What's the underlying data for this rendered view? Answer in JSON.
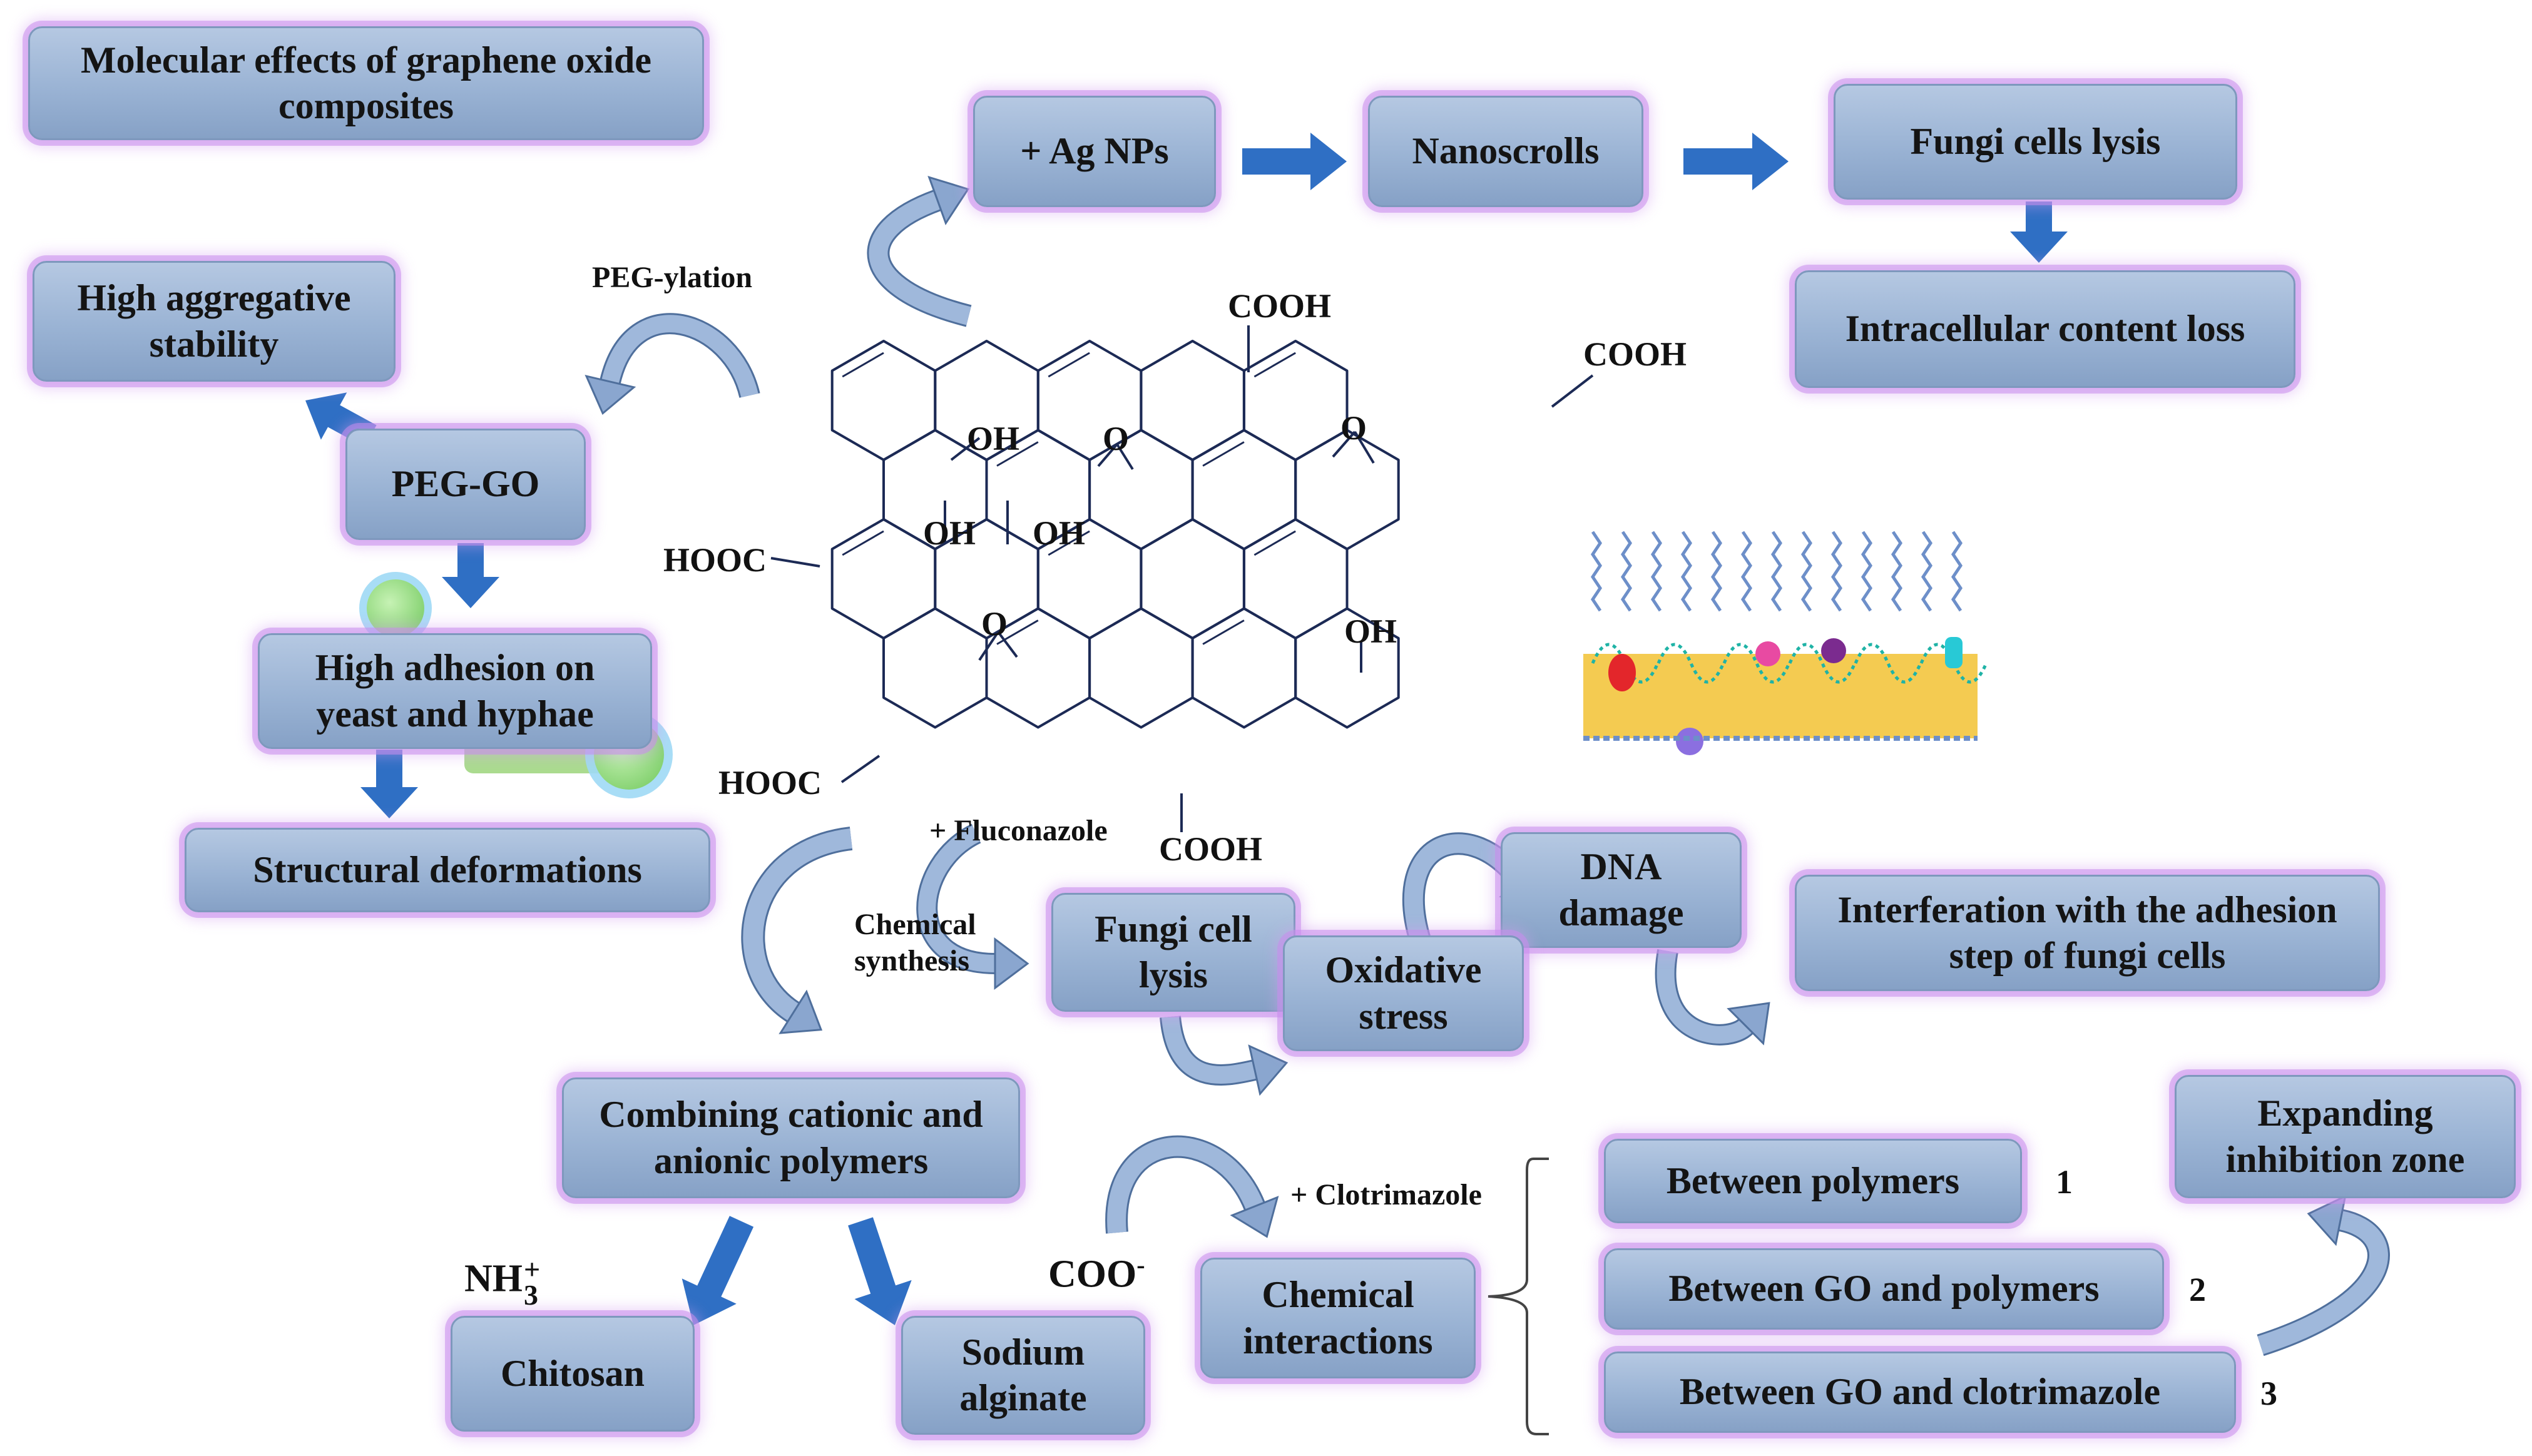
{
  "boxes": {
    "title": "Molecular effects of graphene oxide composites",
    "ag_nps": "+ Ag NPs",
    "nanoscrolls": "Nanoscrolls",
    "fungi_cells_lysis": "Fungi cells lysis",
    "intracellular_loss": "Intracellular content loss",
    "high_aggregative": "High aggregative stability",
    "peg_go": "PEG-GO",
    "high_adhesion": "High adhesion on yeast and hyphae",
    "structural_deformations": "Structural deformations",
    "dna_damage": "DNA damage",
    "interferation": "Interferation with the adhesion step of fungi cells",
    "fungi_cell_lysis": "Fungi cell lysis",
    "oxidative_stress": "Oxidative stress",
    "combining_polymers": "Combining cationic and anionic polymers",
    "expanding_zone": "Expanding inhibition zone",
    "between_polymers": "Between polymers",
    "between_go_polymers": "Between GO and polymers",
    "between_go_clotrimazole": "Between GO and clotrimazole",
    "chemical_interactions": "Chemical interactions",
    "chitosan": "Chitosan",
    "sodium_alginate": "Sodium alginate"
  },
  "labels": {
    "peg_ylation": "PEG-ylation",
    "fluconazole": "+ Fluconazole",
    "chemical_synthesis_1": "Chemical",
    "chemical_synthesis_2": "synthesis",
    "clotrimazole": "+ Clotrimazole",
    "nh3": "NH",
    "nh3_sub": "3",
    "nh3_sup": "+",
    "coo": "COO",
    "coo_sup": "-",
    "num_1": "1",
    "num_2": "2",
    "num_3": "3"
  },
  "molecule": {
    "cooh_top": "COOH",
    "cooh_top_right": "COOH",
    "cooh_bottom": "COOH",
    "hooc_left": "HOOC",
    "hooc_bottom_left": "HOOC",
    "oh_1": "OH",
    "oh_2": "OH",
    "oh_3": "OH",
    "oh_4": "OH",
    "o_1": "O",
    "o_2": "O",
    "o_3": "O"
  },
  "colors": {
    "box_fill": "#9ab3d4",
    "box_glow": "#c98cec",
    "arrow_blue": "#2f6fc4",
    "curved_arrow": "#6d8fbd",
    "bond": "#1c2a55",
    "membrane_blue": "#6d8fc9",
    "membrane_teal": "#1fb3a6",
    "membrane_yellow": "#f2c233",
    "circle_green": "#9be08a"
  },
  "icons": [
    "straight-arrow-icon",
    "curved-arrow-icon",
    "graphene-oxide-sheet-icon",
    "membrane-icon",
    "bracket-icon",
    "green-particle-icon"
  ]
}
